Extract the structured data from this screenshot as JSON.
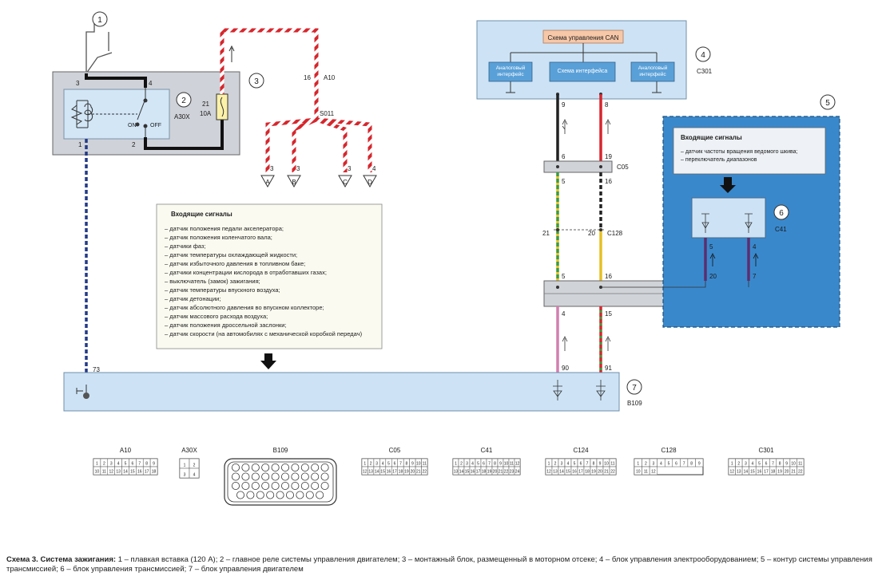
{
  "callouts": [
    "1",
    "2",
    "3",
    "4",
    "5",
    "6",
    "7"
  ],
  "fuse_block": {
    "relay_name": "A30X",
    "pins": {
      "p3": "3",
      "p4": "4",
      "p1": "1",
      "p2": "2"
    },
    "on_label": "ON",
    "off_label": "OFF",
    "fuse_num": "21",
    "fuse_amp": "10A"
  },
  "a10": {
    "pin": "16",
    "label": "A10"
  },
  "splice": {
    "label": "S011"
  },
  "branches": [
    {
      "pin": "3",
      "letter": "A"
    },
    {
      "pin": "3",
      "letter": "B"
    },
    {
      "pin": "3",
      "letter": "C"
    },
    {
      "pin": "4",
      "letter": "D"
    }
  ],
  "can_unit": {
    "title": "Схема управления CAN",
    "left_box": "Аналоговый интерфейс",
    "center_box": "Схема интерфейса",
    "right_box": "Аналоговый интерфейс",
    "code": "C301",
    "pin_left": "9",
    "pin_right": "8"
  },
  "c05": {
    "label": "C05",
    "top_left": "6",
    "top_right": "19",
    "bot_left": "5",
    "bot_right": "16"
  },
  "c128": {
    "label": "C128",
    "pin_left": "21",
    "pin_right": "20"
  },
  "c124": {
    "top_left": "5",
    "top_right": "16",
    "bot_left": "4",
    "bot_right": "15",
    "pin_a": "20",
    "pin_b": "7"
  },
  "transmission": {
    "title": "Входящие сигналы",
    "lines": [
      "– датчик частоты вращения ведомого шкива;",
      "– переключатель диапазонов"
    ],
    "unit_code": "C41",
    "pin_left": "5",
    "pin_right": "4"
  },
  "signals": {
    "title": "Входящие сигналы",
    "lines": [
      "– датчик положения педали акселератора;",
      "– датчик положения коленчатого вала;",
      "– датчики фаз;",
      "– датчик температуры охлаждающей жидкости;",
      "– датчик избыточного давления в топливном баке;",
      "– датчики концентрации кислорода в отработавших газах;",
      "– выключатель (замок) зажигания;",
      "– датчик температуры впускного воздуха;",
      "– датчик детонации;",
      "– датчик абсолютного давления во впускном коллекторе;",
      "– датчик массового расхода воздуха;",
      "– датчик положения дроссельной заслонки;",
      "– датчик скорости (на автомобилях с механической коробкой передач)"
    ]
  },
  "ecu": {
    "code": "B109",
    "pin_ground": "73",
    "pin_left": "90",
    "pin_right": "91"
  },
  "connectors": [
    {
      "name": "A10",
      "cells": [
        "1",
        "2",
        "3",
        "4",
        "5",
        "6",
        "7",
        "8",
        "9"
      ],
      "cells2": [
        "10",
        "11",
        "12",
        "13",
        "14",
        "15",
        "16",
        "17",
        "18"
      ]
    },
    {
      "name": "A30X",
      "cells": [
        "1",
        "2"
      ],
      "cells2": [
        "3",
        "4"
      ]
    },
    {
      "name": "B109",
      "cells": [],
      "cells2": []
    },
    {
      "name": "C05",
      "cells": [
        "1",
        "2",
        "3",
        "4",
        "5",
        "6",
        "7",
        "8",
        "9",
        "10",
        "11"
      ],
      "cells2": [
        "12",
        "13",
        "14",
        "15",
        "16",
        "17",
        "18",
        "19",
        "20",
        "21",
        "22"
      ]
    },
    {
      "name": "C41",
      "cells": [
        "1",
        "2",
        "3",
        "4",
        "5",
        "6",
        "7",
        "8",
        "9",
        "10",
        "11",
        "12"
      ],
      "cells2": [
        "13",
        "14",
        "15",
        "16",
        "17",
        "18",
        "19",
        "20",
        "21",
        "22",
        "23",
        "24"
      ]
    },
    {
      "name": "C124",
      "cells": [
        "1",
        "2",
        "3",
        "4",
        "5",
        "6",
        "7",
        "8",
        "9",
        "10",
        "11"
      ],
      "cells2": [
        "12",
        "13",
        "14",
        "15",
        "16",
        "17",
        "18",
        "19",
        "20",
        "21",
        "22"
      ]
    },
    {
      "name": "C128",
      "cells": [
        "1",
        "2",
        "3",
        "4",
        "5",
        "6",
        "7",
        "8",
        "9"
      ],
      "cells2": [
        "10",
        "11",
        "12"
      ]
    },
    {
      "name": "C301",
      "cells": [
        "1",
        "2",
        "3",
        "4",
        "5",
        "6",
        "7",
        "8",
        "9",
        "10",
        "11"
      ],
      "cells2": [
        "12",
        "13",
        "14",
        "15",
        "16",
        "17",
        "18",
        "19",
        "20",
        "21",
        "22"
      ]
    }
  ],
  "caption": {
    "title": "Схема 3. Система зажигания:",
    "text": " 1 – плавкая вставка (120 А); 2 – главное реле системы управления двигателем; 3 – монтажный блок, размещенный в моторном отсеке; 4 – блок управления электрооборудованием; 5 – контур системы управления трансмиссией; 6 – блок управления трансмиссией; 7 – блок управления двигателем"
  },
  "colors": {
    "panel_blue": "#cde3f5",
    "transmission_blue": "#3a88cc",
    "relay_blue": "#d2e6f6",
    "can_orange": "#f7c8a8",
    "note_bg": "#fbfaf0",
    "wire_red": "#d6262c",
    "wire_green": "#3a9a3e",
    "wire_yellow": "#e6c024",
    "wire_pink": "#d37fb0",
    "wire_purple": "#5c2d6f",
    "wire_navy": "#233a86"
  }
}
